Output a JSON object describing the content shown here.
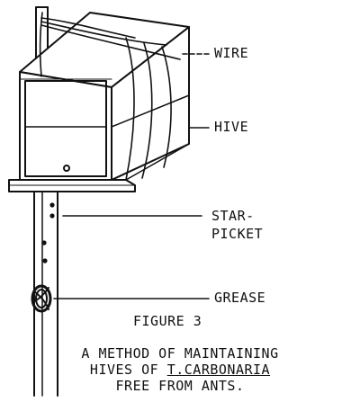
{
  "labels": {
    "wire": "WIRE",
    "hive": "HIVE",
    "star_picket_line1": "STAR-",
    "star_picket_line2": "PICKET",
    "grease": "GREASE"
  },
  "figure": {
    "number": "FIGURE 3",
    "caption_line1": "A METHOD OF MAINTAINING",
    "caption_line2_prefix": "HIVES OF ",
    "caption_line2_species": "T.CARBONARIA",
    "caption_line3": "FREE FROM ANTS."
  },
  "colors": {
    "ink": "#111111",
    "paper": "#ffffff"
  }
}
